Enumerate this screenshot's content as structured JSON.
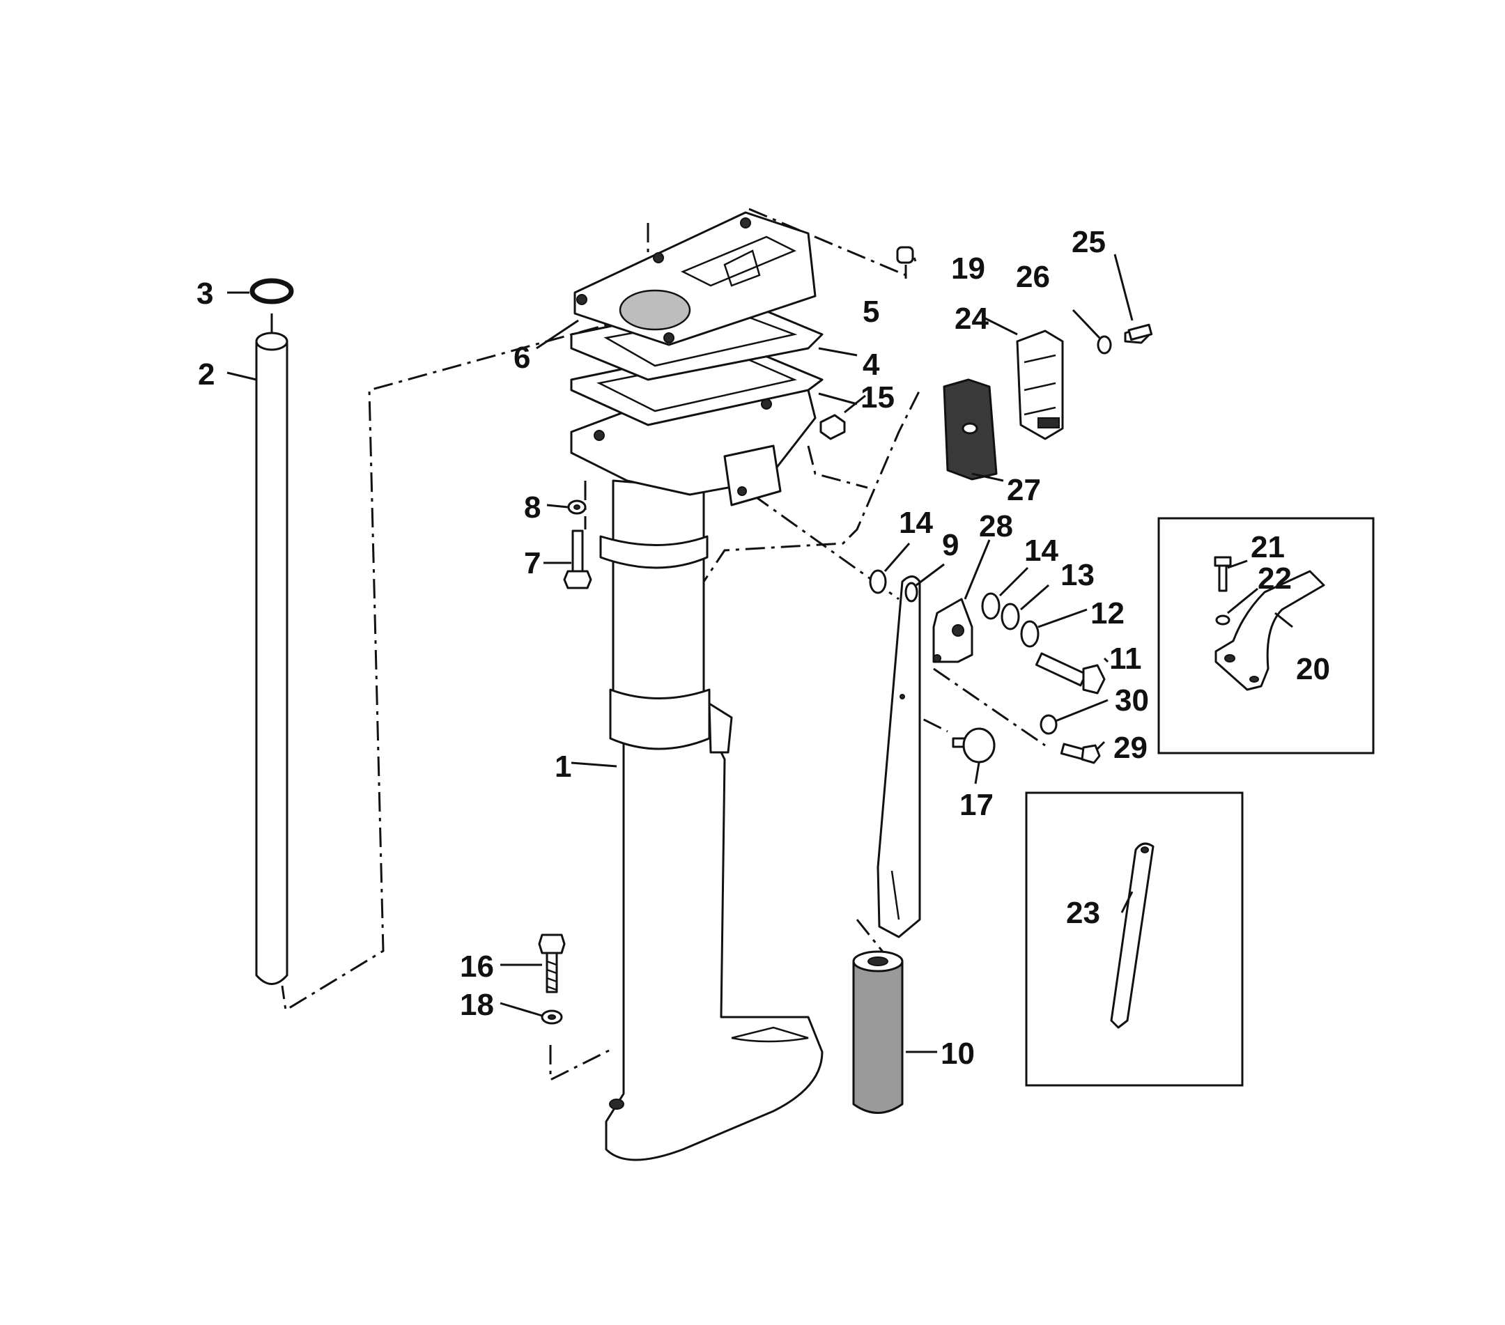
{
  "callouts": {
    "c1": "1",
    "c2": "2",
    "c3": "3",
    "c4": "4",
    "c5": "5",
    "c6": "6",
    "c7": "7",
    "c8": "8",
    "c9": "9",
    "c10": "10",
    "c11": "11",
    "c12": "12",
    "c13": "13",
    "c14a": "14",
    "c14b": "14",
    "c15": "15",
    "c16": "16",
    "c17": "17",
    "c18": "18",
    "c19": "19",
    "c20": "20",
    "c21": "21",
    "c22": "22",
    "c23": "23",
    "c24": "24",
    "c25": "25",
    "c26": "26",
    "c27": "27",
    "c28": "28",
    "c29": "29",
    "c30": "30"
  },
  "colors": {
    "ink": "#111111",
    "paper": "#ffffff",
    "shade": "#bdbdbd"
  }
}
